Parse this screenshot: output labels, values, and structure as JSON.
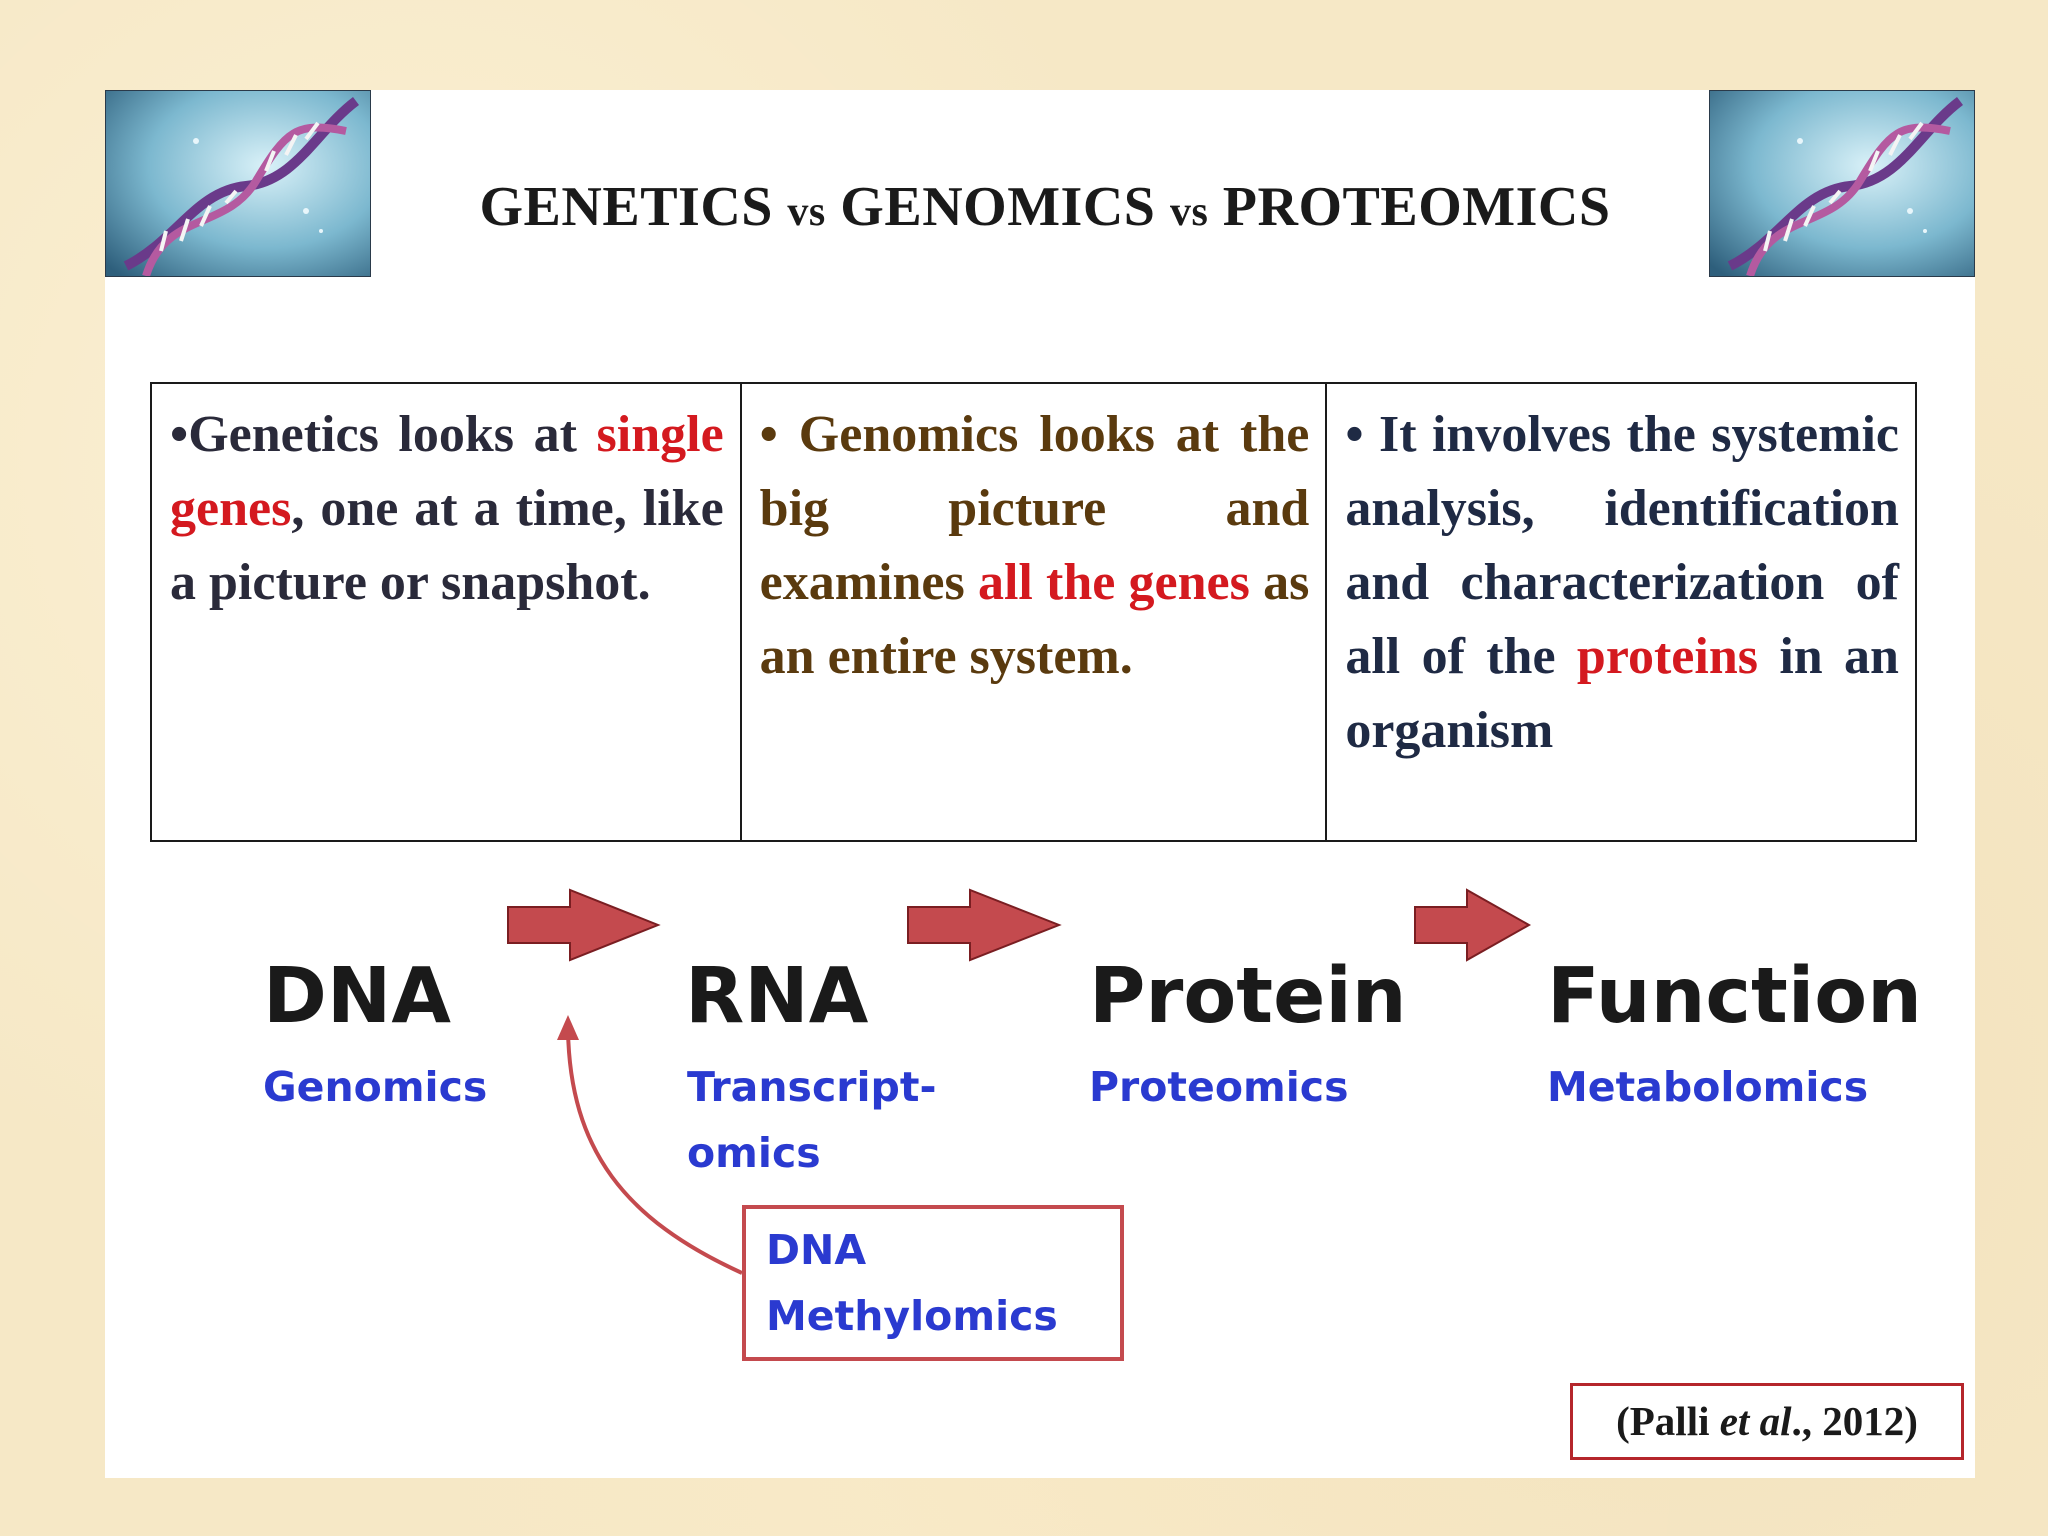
{
  "title": {
    "part1": "GENETICS",
    "vs1": "vs",
    "part2": "GENOMICS",
    "vs2": "vs",
    "part3": "PROTEOMICS"
  },
  "comparison": {
    "genetics": {
      "lead": "•Genetics looks at ",
      "highlight": "single genes",
      "rest": ", one at a time, like a picture or snapshot."
    },
    "genomics": {
      "lead": "• Genomics looks at the big picture and examines ",
      "highlight": "all the genes",
      "rest": " as an entire system."
    },
    "proteomics": {
      "lead": "• It involves the systemic analysis, identification and characterization of all of the ",
      "highlight": "proteins",
      "rest": " in an organism"
    }
  },
  "flow": {
    "steps": [
      "DNA",
      "RNA",
      "Protein",
      "Function"
    ],
    "omics": [
      "Genomics",
      "Transcript-",
      "omics",
      "Proteomics",
      "Metabolomics"
    ],
    "methylomics": [
      "DNA",
      "Methylomics"
    ]
  },
  "citation": {
    "open": "(Palli ",
    "etal": "et al",
    "close": "., 2012)"
  },
  "colors": {
    "highlight": "#d4191f",
    "omics_blue": "#2a3ad0",
    "arrow_red": "#c44a4e"
  },
  "icons": [
    "dna-helix-image-left",
    "dna-helix-image-right",
    "right-arrow-icon",
    "curved-arrow-icon"
  ]
}
